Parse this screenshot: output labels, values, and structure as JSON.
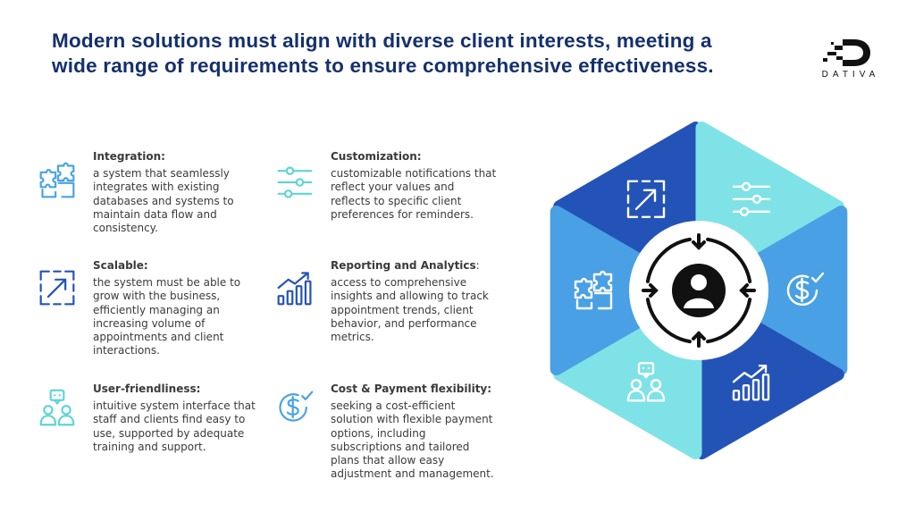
{
  "title_lines": [
    "Modern solutions must align with diverse client interests, meeting a",
    "wide range of requirements to ensure comprehensive effectiveness."
  ],
  "logo": {
    "text": "DATIVA",
    "icon": "dativa-d-logo"
  },
  "colors": {
    "navy": "#14306e",
    "dark_blue": "#2453b8",
    "mid_blue": "#49a0e4",
    "teal": "#7fe2e6",
    "icon_blue": "#2453b8",
    "icon_teal": "#5fd4d6",
    "icon_light": "#4aa3e4"
  },
  "features": [
    {
      "id": "integration",
      "icon": "puzzle-icon",
      "color": "#4aa3e4",
      "heading": "Integration:",
      "body_lines": [
        "a system that seamlessly",
        "integrates with existing",
        "databases and systems to",
        "maintain data flow and",
        "consistency."
      ]
    },
    {
      "id": "scalable",
      "icon": "expand-arrow-icon",
      "color": "#2453b8",
      "heading": "Scalable:",
      "body_lines": [
        "the system must be able to",
        "grow with the business,",
        "efficiently managing an",
        "increasing volume of",
        "appointments and client",
        "interactions."
      ]
    },
    {
      "id": "user-friendliness",
      "icon": "users-chat-icon",
      "color": "#5fd4d6",
      "heading": "User-friendliness:",
      "body_lines": [
        "intuitive system interface that",
        "staff and clients find easy to",
        "use, supported by adequate",
        "training and support."
      ]
    },
    {
      "id": "customization",
      "icon": "sliders-icon",
      "color": "#5fd4d6",
      "heading": "Customization:",
      "body_lines": [
        "customizable notifications that",
        "reflect your values and",
        "reflects to specific client",
        "preferences for reminders."
      ]
    },
    {
      "id": "reporting",
      "icon": "bar-chart-icon",
      "color": "#2453b8",
      "heading": "Reporting and Analytics",
      "heading_suffix": ":",
      "body_lines": [
        "access to comprehensive",
        "insights and allowing to track",
        "appointment trends, client",
        "behavior, and performance",
        "metrics."
      ]
    },
    {
      "id": "cost",
      "icon": "dollar-check-icon",
      "color": "#4aa3e4",
      "heading": "Cost & Payment flexibility:",
      "body_lines": [
        "seeking a cost-efficient",
        "solution with flexible payment",
        "options, including",
        "subscriptions and tailored",
        "plans that allow easy",
        "adjustment and management."
      ]
    }
  ],
  "hexagon_segments": [
    {
      "icon": "expand-arrow-icon",
      "color": "#2453b8"
    },
    {
      "icon": "sliders-icon",
      "color": "#7fe2e6"
    },
    {
      "icon": "dollar-check-icon",
      "color": "#49a0e4"
    },
    {
      "icon": "bar-chart-icon",
      "color": "#2453b8"
    },
    {
      "icon": "users-chat-icon",
      "color": "#7fe2e6"
    },
    {
      "icon": "puzzle-icon",
      "color": "#49a0e4"
    }
  ],
  "center_icon": "person-cycle-icon"
}
